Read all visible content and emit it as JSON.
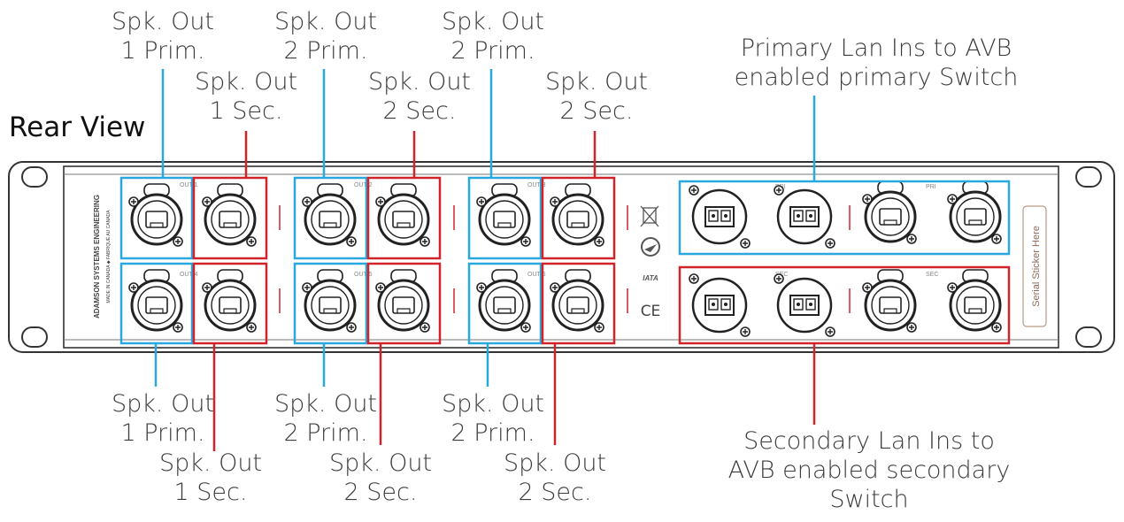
{
  "title": "Rear View",
  "labels": {
    "top_1_prim": [
      "Spk. Out",
      "1 Prim."
    ],
    "top_1_sec": [
      "Spk. Out",
      "1 Sec."
    ],
    "top_2_prim_a": [
      "Spk. Out",
      "2 Prim."
    ],
    "top_2_sec_a": [
      "Spk. Out",
      "2 Sec."
    ],
    "top_2_prim_b": [
      "Spk. Out",
      "2 Prim."
    ],
    "top_2_sec_b": [
      "Spk. Out",
      "2 Sec."
    ],
    "bot_1_prim": [
      "Spk. Out",
      "1 Prim."
    ],
    "bot_1_sec": [
      "Spk. Out",
      "1 Sec."
    ],
    "bot_2_prim_a": [
      "Spk. Out",
      "2 Prim."
    ],
    "bot_2_sec_a": [
      "Spk. Out",
      "2 Sec."
    ],
    "bot_2_prim_b": [
      "Spk. Out",
      "2 Prim."
    ],
    "bot_2_sec_b": [
      "Spk. Out",
      "2 Sec."
    ],
    "primary_lan": [
      "Primary Lan Ins to AVB",
      "enabled primary Switch"
    ],
    "secondary_lan": [
      "Secondary Lan Ins to",
      "AVB enabled secondary",
      "Switch"
    ]
  },
  "panel": {
    "brand": "ADAMSON SYSTEMS ENGINEERING",
    "made_in": "MADE IN CANADA ◆ FABRIQUÉ AU CANADA",
    "serial_sticker": "Serial Sticker Here",
    "ce_mark": "CE",
    "iata": "IATA",
    "out_labels": [
      "OUT 1",
      "OUT 4",
      "OUT 2",
      "OUT 5",
      "OUT 3",
      "OUT 6"
    ],
    "pri_tags": [
      "PRI",
      "PRI"
    ],
    "sec_tags": [
      "SEC",
      "SEC"
    ]
  },
  "colors": {
    "primary": "#29a8e0",
    "secondary": "#d0232a",
    "panel_line": "#333333"
  }
}
